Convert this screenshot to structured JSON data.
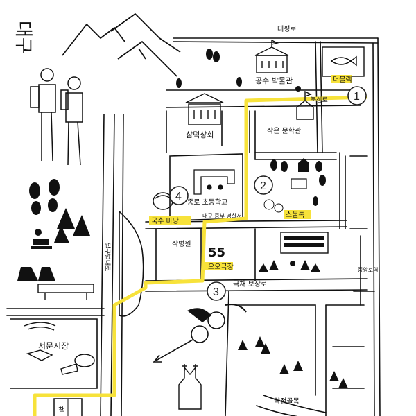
{
  "title": "대구",
  "landmarks": {
    "museum": "공수 박물관",
    "samdeok": "삼덕상회",
    "theater": "작은 문학관",
    "school": "종로 초등학교",
    "police": "대구 중부 경찰서",
    "jakbyeong": "작병원",
    "seomun": "서문시장",
    "dream": "더블랙",
    "chungjeong": "국채 보상로",
    "yakjeon": "약전골목",
    "jungang": "중앙로역",
    "ring": "스물톡",
    "gugmin": "국수 마당",
    "ooyeong": "오오극장",
    "top_road": "태평로",
    "suro": "북성로",
    "dalgubeol": "달구벌대로"
  },
  "badges": [
    "1",
    "2",
    "3",
    "4"
  ],
  "book_label": "책",
  "badge_55": "55",
  "colors": {
    "route": "#f7e23a",
    "ink": "#111111"
  }
}
